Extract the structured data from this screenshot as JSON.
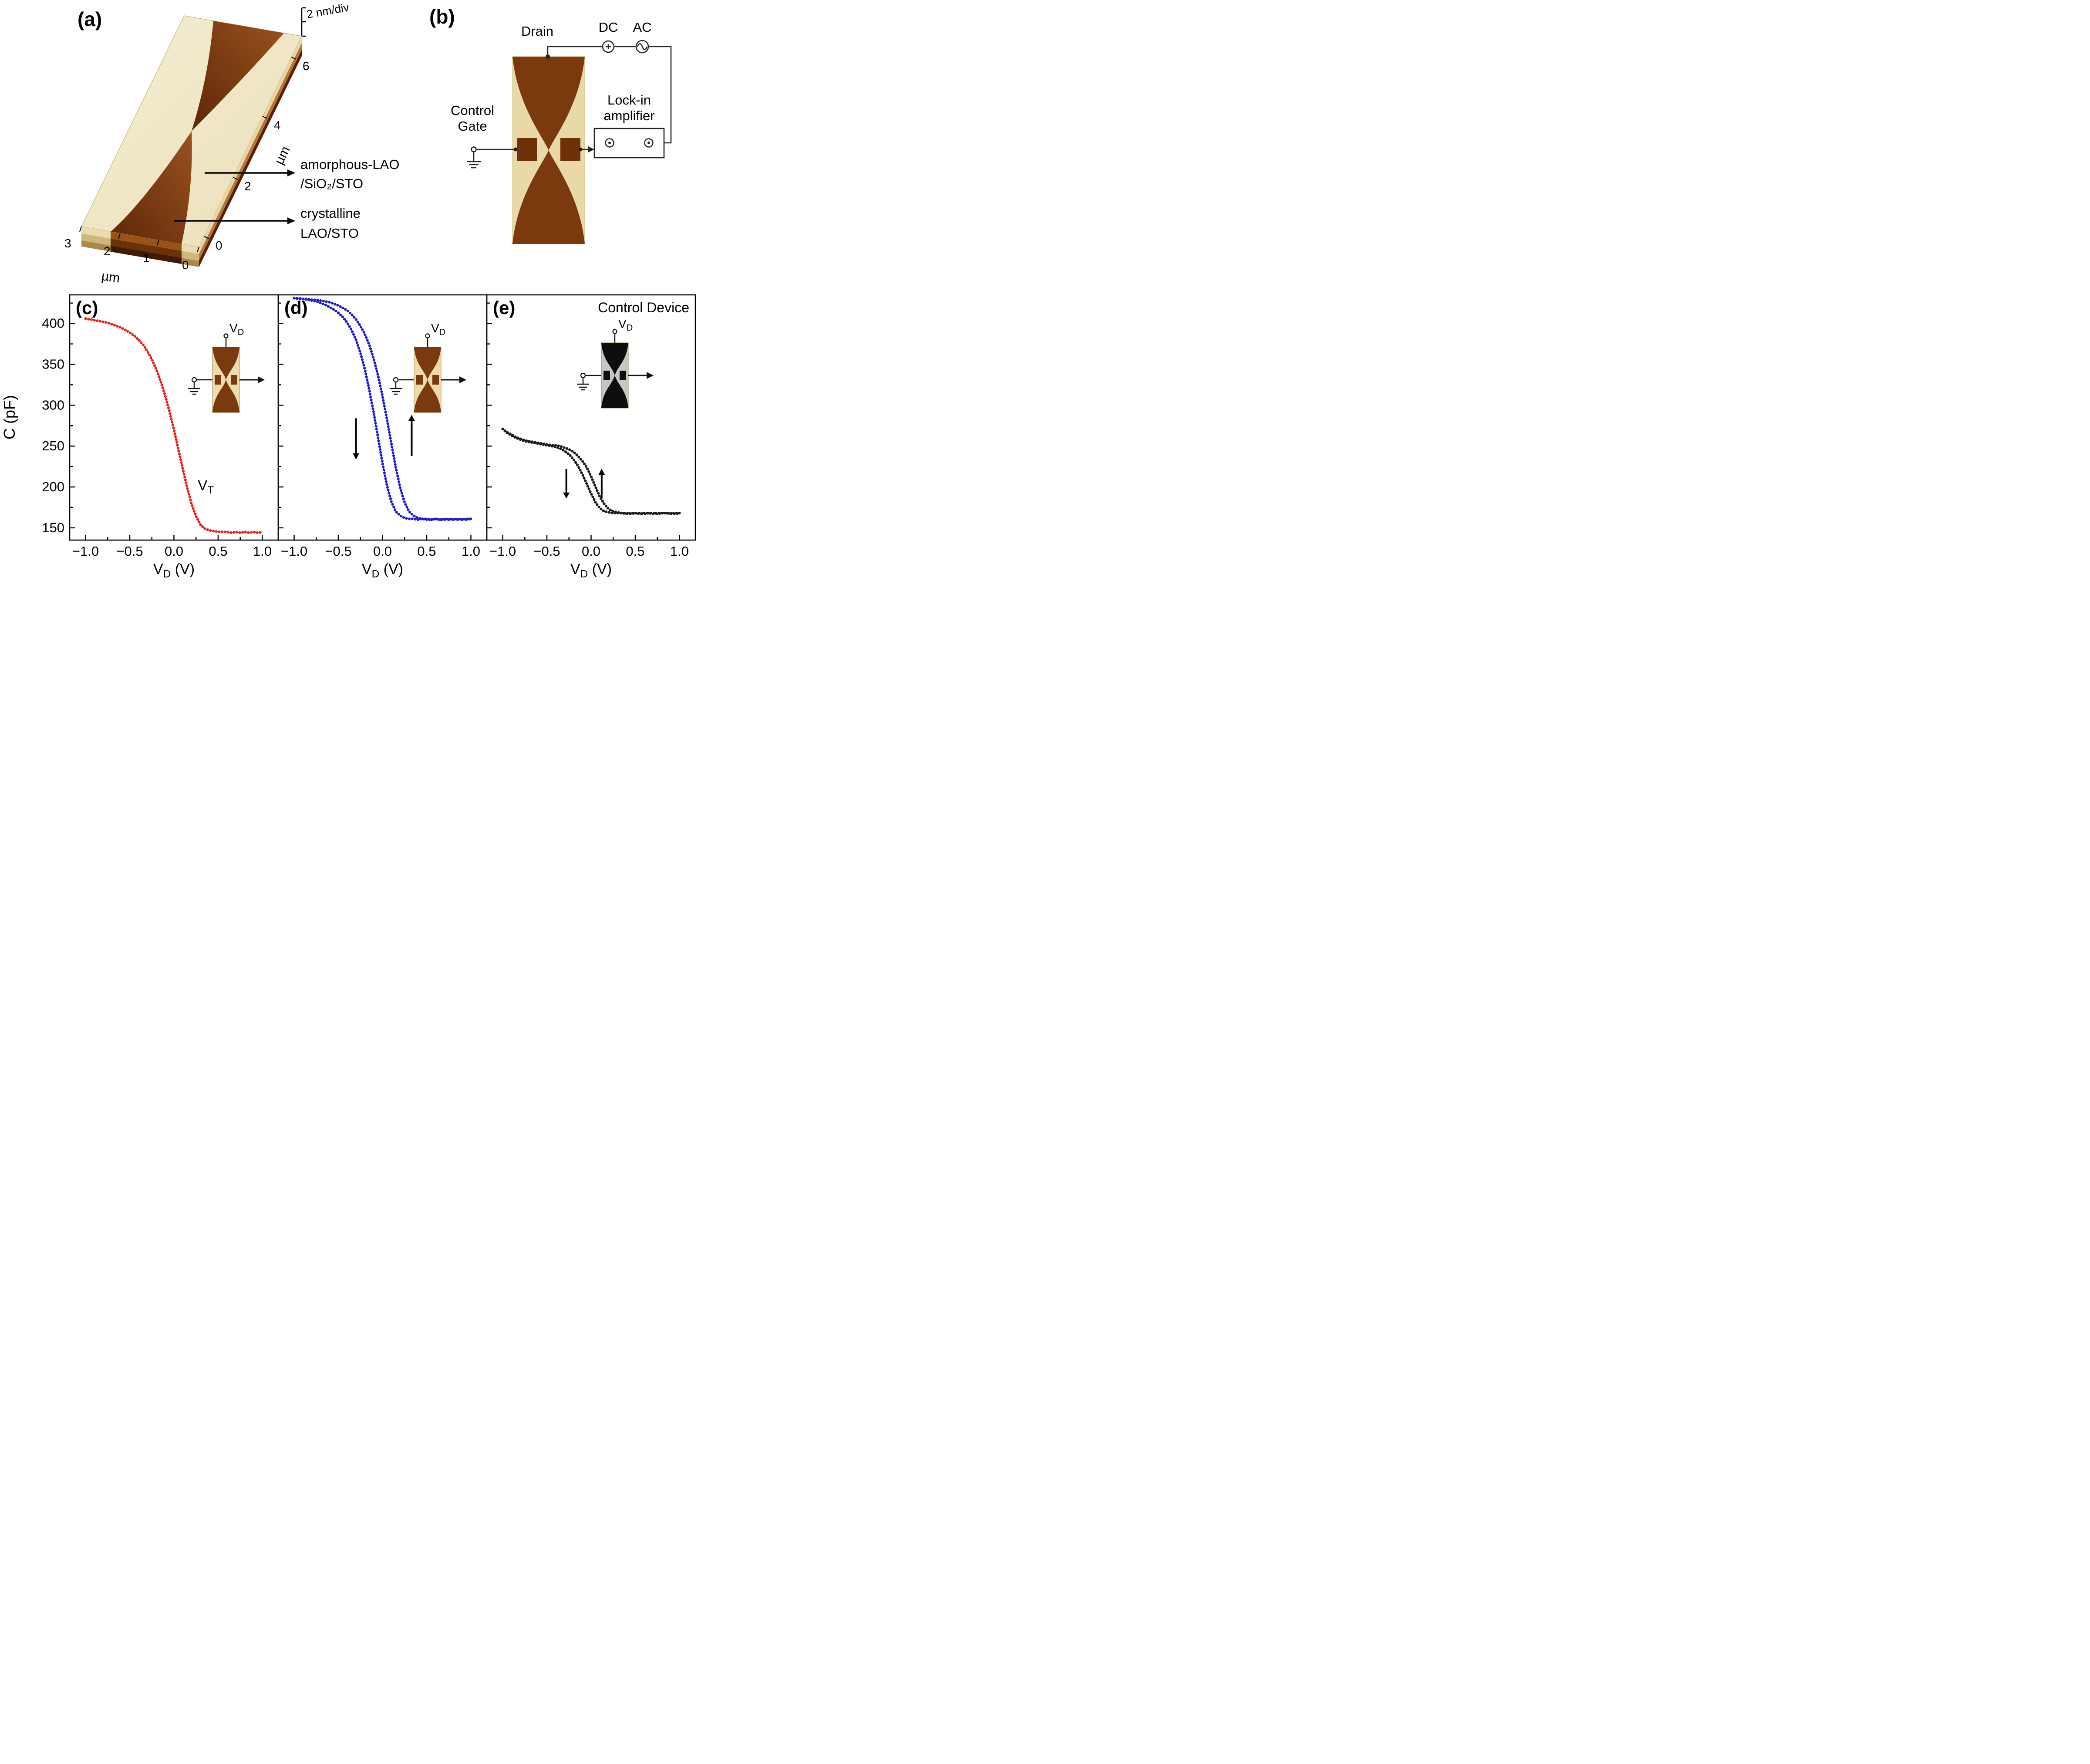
{
  "panel_a": {
    "label": "(a)",
    "z_axis": "2 nm/div",
    "depth_ticks": [
      "0",
      "2",
      "4",
      "6"
    ],
    "depth_unit": "µm",
    "width_ticks": [
      "3",
      "2",
      "1",
      "0"
    ],
    "width_unit": "µm",
    "arrow1_line1": "amorphous-LAO",
    "arrow1_line2": "/SiO₂/STO",
    "arrow2_line1": "crystalline",
    "arrow2_line2": "LAO/STO"
  },
  "panel_b": {
    "label": "(b)",
    "drain": "Drain",
    "dc": "DC",
    "ac": "AC",
    "control_line1": "Control",
    "control_line2": "Gate",
    "lockin_line1": "Lock-in",
    "lockin_line2": "amplifier"
  },
  "charts_shared": {
    "ylabel": "C (pF)"
  },
  "chart_data": [
    {
      "id": "c",
      "panel_label": "(c)",
      "type": "scatter",
      "title": null,
      "xlabel": {
        "pre": "V",
        "sub": "D",
        "post": " (V)"
      },
      "xlim": [
        -1.18,
        1.18
      ],
      "ylim": [
        135,
        435
      ],
      "xticks": [
        {
          "v": -1.0,
          "label": "−1.0"
        },
        {
          "v": -0.5,
          "label": "−0.5"
        },
        {
          "v": 0.0,
          "label": "0.0"
        },
        {
          "v": 0.5,
          "label": "0.5"
        },
        {
          "v": 1.0,
          "label": "1.0"
        }
      ],
      "yticks": [
        {
          "v": 150,
          "label": "150"
        },
        {
          "v": 200,
          "label": "200"
        },
        {
          "v": 250,
          "label": "250"
        },
        {
          "v": 300,
          "label": "300"
        },
        {
          "v": 350,
          "label": "350"
        },
        {
          "v": 400,
          "label": "400"
        }
      ],
      "show_ytick_labels": true,
      "series": [
        {
          "name": "C-V sweep",
          "color": "#e8211d",
          "x": [
            -1,
            -0.95,
            -0.9,
            -0.85,
            -0.8,
            -0.75,
            -0.7,
            -0.65,
            -0.6,
            -0.55,
            -0.5,
            -0.45,
            -0.4,
            -0.35,
            -0.3,
            -0.25,
            -0.2,
            -0.15,
            -0.1,
            -0.05,
            0,
            0.05,
            0.1,
            0.15,
            0.2,
            0.25,
            0.3,
            0.35,
            0.4,
            0.45,
            0.5,
            0.55,
            0.6,
            0.65,
            0.7,
            0.75,
            0.8,
            0.85,
            0.9,
            0.95,
            1
          ],
          "y": [
            406,
            405,
            404,
            403,
            402,
            401,
            399,
            397,
            395,
            392,
            389,
            385,
            380,
            374,
            366,
            356,
            344,
            329,
            312,
            292,
            270,
            246,
            222,
            199,
            179,
            164,
            154,
            149,
            147,
            146,
            145,
            145,
            145,
            144,
            145,
            144,
            145,
            144,
            145,
            144,
            145
          ]
        }
      ],
      "annotations": [
        {
          "type": "text",
          "x": 0.27,
          "y": 196,
          "label": {
            "pre": "V",
            "sub": "T"
          }
        }
      ],
      "inset": {
        "style": "tan",
        "label": {
          "pre": "V",
          "sub": "D"
        }
      }
    },
    {
      "id": "d",
      "panel_label": "(d)",
      "type": "scatter",
      "title": null,
      "xlabel": {
        "pre": "V",
        "sub": "D",
        "post": " (V)"
      },
      "xlim": [
        -1.18,
        1.18
      ],
      "ylim": [
        135,
        435
      ],
      "xticks": [
        {
          "v": -1.0,
          "label": "−1.0"
        },
        {
          "v": -0.5,
          "label": "−0.5"
        },
        {
          "v": 0.0,
          "label": "0.0"
        },
        {
          "v": 0.5,
          "label": "0.5"
        },
        {
          "v": 1.0,
          "label": "1.0"
        }
      ],
      "yticks": [
        {
          "v": 150,
          "label": "150"
        },
        {
          "v": 200,
          "label": "200"
        },
        {
          "v": 250,
          "label": "250"
        },
        {
          "v": 300,
          "label": "300"
        },
        {
          "v": 350,
          "label": "350"
        },
        {
          "v": 400,
          "label": "400"
        }
      ],
      "show_ytick_labels": false,
      "series": [
        {
          "name": "sweep down",
          "color": "#1f1fd0",
          "x": [
            -1,
            -0.95,
            -0.9,
            -0.85,
            -0.8,
            -0.75,
            -0.7,
            -0.65,
            -0.6,
            -0.55,
            -0.5,
            -0.45,
            -0.4,
            -0.35,
            -0.3,
            -0.25,
            -0.2,
            -0.15,
            -0.1,
            -0.05,
            0,
            0.05,
            0.1,
            0.15,
            0.2,
            0.25,
            0.3,
            0.35,
            0.4,
            0.45,
            0.5,
            0.55,
            0.6,
            0.65,
            0.7,
            0.75,
            0.8,
            0.85,
            0.9,
            0.95,
            1
          ],
          "y": [
            431,
            430,
            430,
            429,
            428,
            427,
            425,
            423,
            420,
            417,
            413,
            408,
            401,
            392,
            380,
            364,
            344,
            319,
            291,
            260,
            229,
            202,
            182,
            170,
            165,
            162,
            161,
            161,
            160,
            161,
            160,
            160,
            161,
            160,
            160,
            161,
            160,
            161,
            160,
            161,
            161
          ]
        },
        {
          "name": "sweep up",
          "color": "#1f1fd0",
          "x": [
            -1,
            -0.95,
            -0.9,
            -0.85,
            -0.8,
            -0.75,
            -0.7,
            -0.65,
            -0.6,
            -0.55,
            -0.5,
            -0.45,
            -0.4,
            -0.35,
            -0.3,
            -0.25,
            -0.2,
            -0.15,
            -0.1,
            -0.05,
            0,
            0.05,
            0.1,
            0.15,
            0.2,
            0.25,
            0.3,
            0.35,
            0.4,
            0.45,
            0.5,
            0.55,
            0.6,
            0.65,
            0.7,
            0.75,
            0.8,
            0.85,
            0.9,
            0.95,
            1
          ],
          "y": [
            431,
            431,
            430,
            430,
            429,
            429,
            428,
            427,
            426,
            424,
            422,
            419,
            416,
            411,
            405,
            397,
            387,
            374,
            357,
            336,
            311,
            283,
            253,
            224,
            199,
            181,
            170,
            165,
            162,
            161,
            161,
            160,
            161,
            160,
            161,
            160,
            161,
            160,
            161,
            160,
            161
          ]
        }
      ],
      "annotations": [
        {
          "type": "arrow",
          "x": -0.3,
          "c_from": 284,
          "c_to": 238
        },
        {
          "type": "arrow",
          "x": 0.33,
          "c_from": 238,
          "c_to": 284
        }
      ],
      "inset": {
        "style": "tan",
        "label": {
          "pre": "V",
          "sub": "D"
        }
      }
    },
    {
      "id": "e",
      "panel_label": "(e)",
      "type": "scatter",
      "title": "Control Device",
      "xlabel": {
        "pre": "V",
        "sub": "D",
        "post": " (V)"
      },
      "xlim": [
        -1.18,
        1.18
      ],
      "ylim": [
        135,
        435
      ],
      "xticks": [
        {
          "v": -1.0,
          "label": "−1.0"
        },
        {
          "v": -0.5,
          "label": "−0.5"
        },
        {
          "v": 0.0,
          "label": "0.0"
        },
        {
          "v": 0.5,
          "label": "0.5"
        },
        {
          "v": 1.0,
          "label": "1.0"
        }
      ],
      "yticks": [
        {
          "v": 150,
          "label": "150"
        },
        {
          "v": 200,
          "label": "200"
        },
        {
          "v": 250,
          "label": "250"
        },
        {
          "v": 300,
          "label": "300"
        },
        {
          "v": 350,
          "label": "350"
        },
        {
          "v": 400,
          "label": "400"
        }
      ],
      "show_ytick_labels": false,
      "series": [
        {
          "name": "sweep down",
          "color": "#1c1c1c",
          "x": [
            -1,
            -0.95,
            -0.9,
            -0.85,
            -0.8,
            -0.75,
            -0.7,
            -0.65,
            -0.6,
            -0.55,
            -0.5,
            -0.45,
            -0.4,
            -0.35,
            -0.3,
            -0.25,
            -0.2,
            -0.15,
            -0.1,
            -0.05,
            0,
            0.05,
            0.1,
            0.15,
            0.2,
            0.25,
            0.3,
            0.35,
            0.4,
            0.45,
            0.5,
            0.55,
            0.6,
            0.65,
            0.7,
            0.75,
            0.8,
            0.85,
            0.9,
            0.95,
            1
          ],
          "y": [
            271,
            266,
            263,
            260,
            258,
            256,
            255,
            254,
            253,
            252,
            251,
            250,
            249,
            247,
            244,
            240,
            234,
            226,
            216,
            204,
            192,
            181,
            174,
            170,
            169,
            168,
            168,
            168,
            167,
            168,
            168,
            167,
            168,
            168,
            167,
            168,
            168,
            168,
            167,
            168,
            168
          ]
        },
        {
          "name": "sweep up",
          "color": "#1c1c1c",
          "x": [
            -1,
            -0.95,
            -0.9,
            -0.85,
            -0.8,
            -0.75,
            -0.7,
            -0.65,
            -0.6,
            -0.55,
            -0.5,
            -0.45,
            -0.4,
            -0.35,
            -0.3,
            -0.25,
            -0.2,
            -0.15,
            -0.1,
            -0.05,
            0,
            0.05,
            0.1,
            0.15,
            0.2,
            0.25,
            0.3,
            0.35,
            0.4,
            0.45,
            0.5,
            0.55,
            0.6,
            0.65,
            0.7,
            0.75,
            0.8,
            0.85,
            0.9,
            0.95,
            1
          ],
          "y": [
            271,
            267,
            264,
            261,
            259,
            257,
            256,
            255,
            254,
            253,
            252,
            251,
            251,
            250,
            248,
            246,
            243,
            238,
            232,
            224,
            213,
            200,
            188,
            179,
            173,
            170,
            169,
            168,
            168,
            167,
            168,
            168,
            167,
            168,
            168,
            167,
            168,
            168,
            168,
            167,
            168
          ]
        }
      ],
      "annotations": [
        {
          "type": "arrow",
          "x": -0.28,
          "c_from": 222,
          "c_to": 190
        },
        {
          "type": "arrow",
          "x": 0.12,
          "c_from": 186,
          "c_to": 218
        }
      ],
      "inset": {
        "style": "gray",
        "label": {
          "pre": "V",
          "sub": "D"
        }
      }
    }
  ]
}
